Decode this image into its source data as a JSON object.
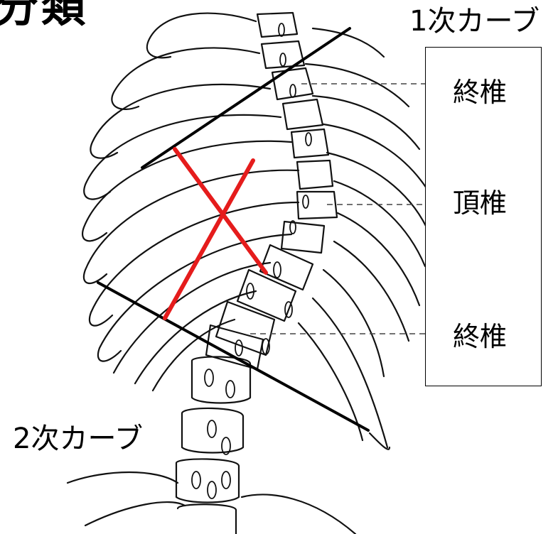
{
  "diagram": {
    "title_fragment": "分類",
    "primary_curve_label": "1次カーブ",
    "secondary_curve_label": "2次カーブ",
    "box_labels": {
      "upper_end_vertebra": "終椎",
      "apex_vertebra": "頂椎",
      "lower_end_vertebra": "終椎"
    },
    "colors": {
      "line_art": "#000000",
      "endplate_lines": "#000000",
      "cobb_cross": "#e51c1c",
      "background": "#ffffff"
    }
  }
}
